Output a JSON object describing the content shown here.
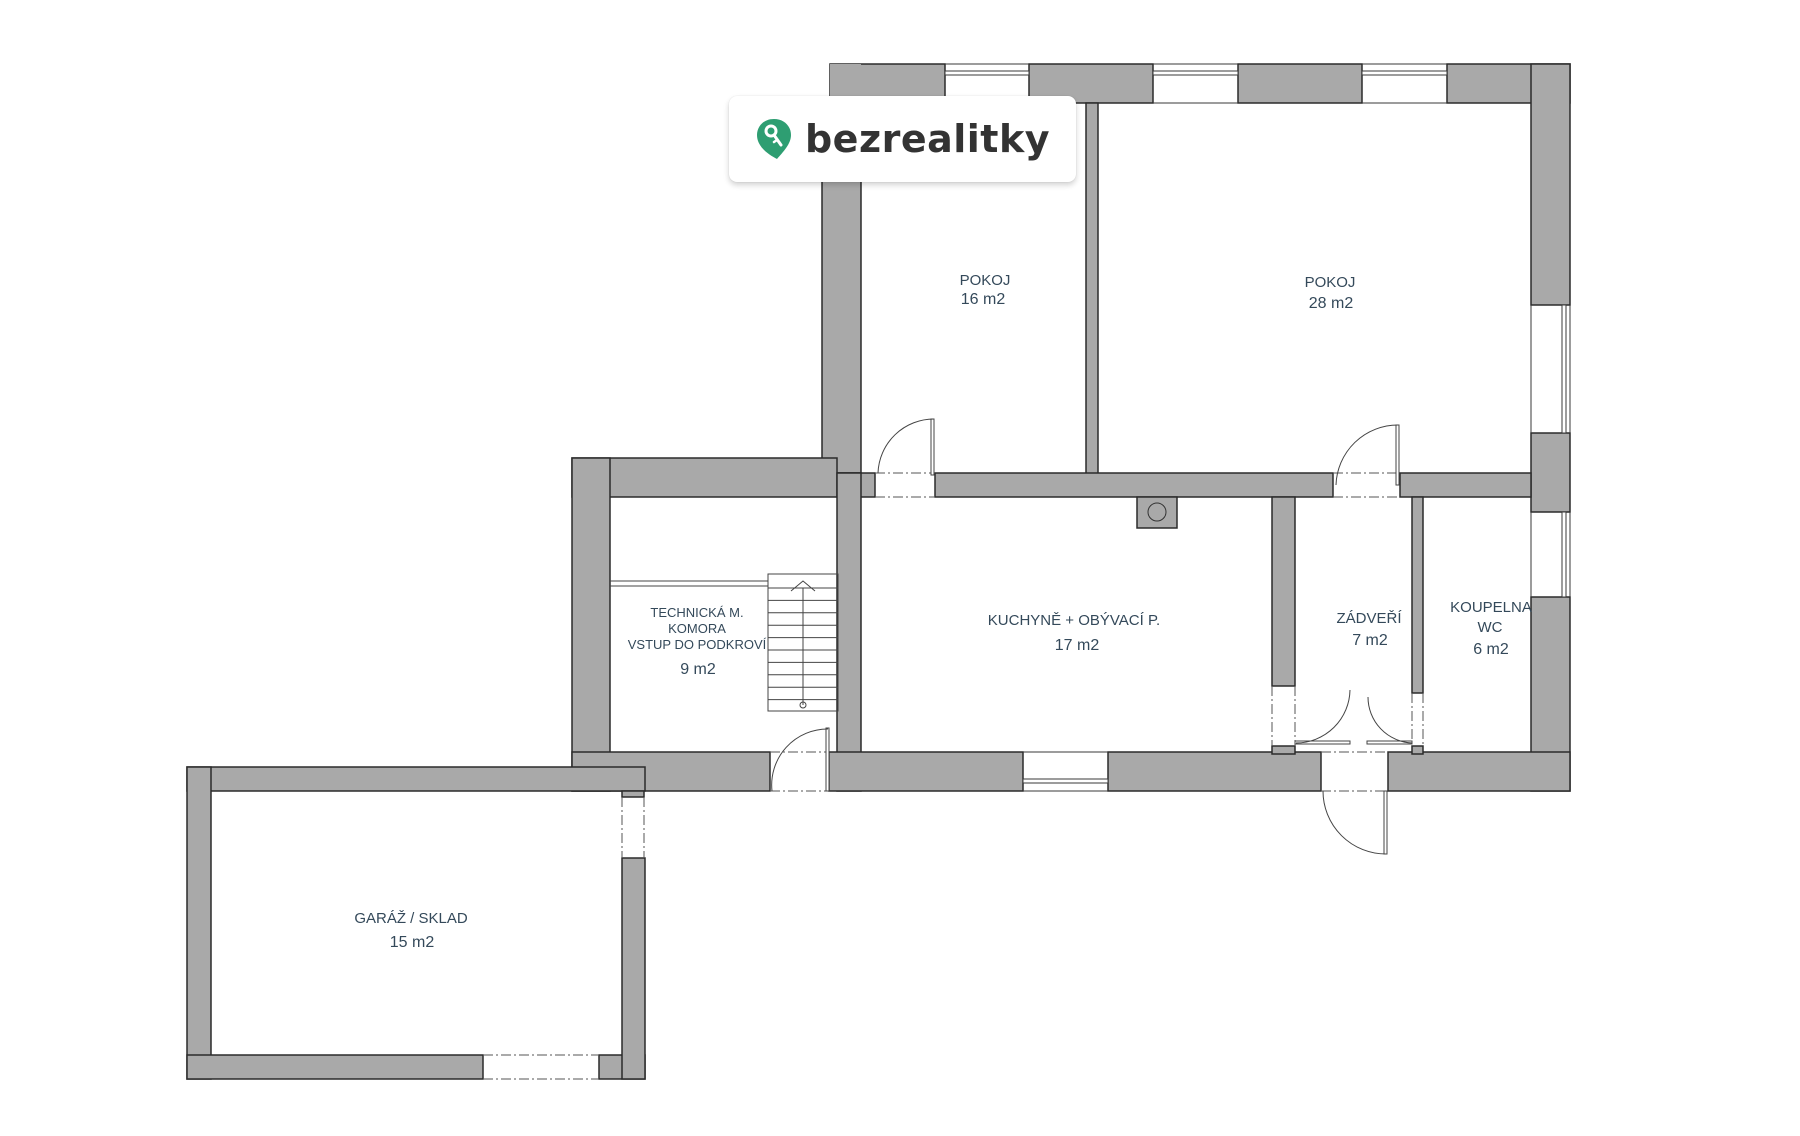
{
  "brand": {
    "name": "bezrealitky",
    "icon": "key-pin-icon",
    "color": "#2e9e72",
    "text_color": "#333333"
  },
  "colors": {
    "wall": "#a9a9a9",
    "label": "#34495a"
  },
  "rooms": [
    {
      "id": "pokoj-16",
      "lines": [
        "POKOJ"
      ],
      "area": "16 m2"
    },
    {
      "id": "pokoj-28",
      "lines": [
        "POKOJ"
      ],
      "area": "28 m2"
    },
    {
      "id": "technicka",
      "lines": [
        "TECHNICKÁ M.",
        "KOMORA",
        "VSTUP DO PODKROVÍ"
      ],
      "area": "9 m2"
    },
    {
      "id": "kuchyne",
      "lines": [
        "KUCHYNĚ + OBÝVACÍ P."
      ],
      "area": "17 m2"
    },
    {
      "id": "zadveri",
      "lines": [
        "ZÁDVEŘÍ"
      ],
      "area": "7 m2"
    },
    {
      "id": "koupelna",
      "lines": [
        "KOUPELNA",
        "WC"
      ],
      "area": "6 m2"
    },
    {
      "id": "garaz",
      "lines": [
        "GARÁŽ / SKLAD"
      ],
      "area": "15 m2"
    }
  ]
}
